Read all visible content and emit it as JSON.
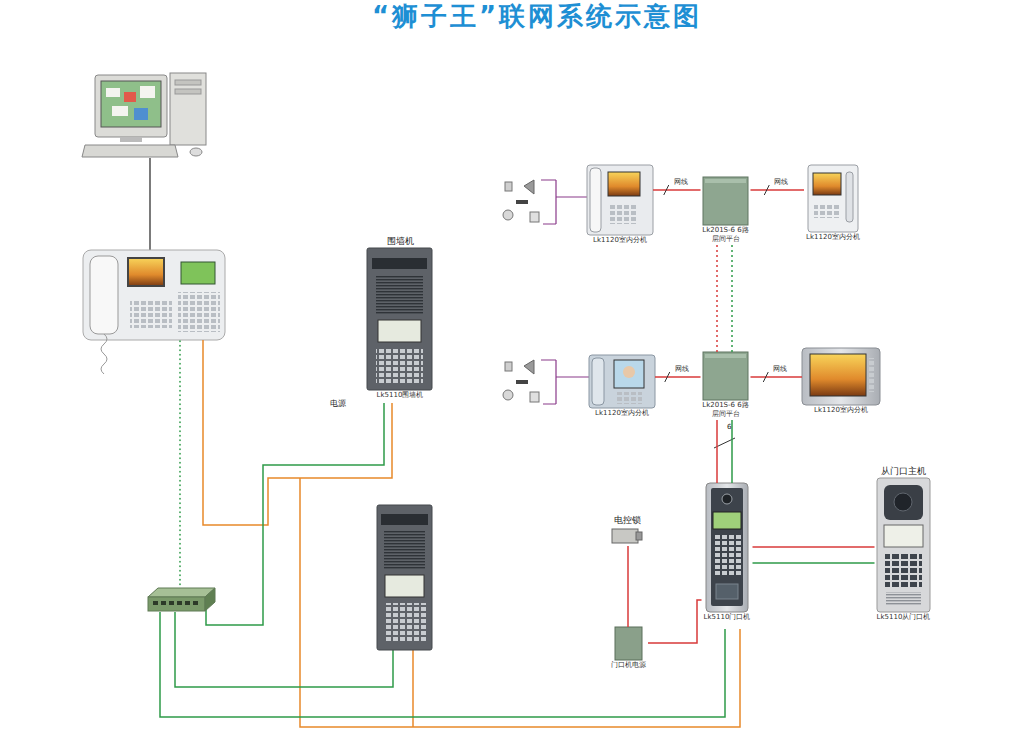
{
  "diagram": {
    "title": "“狮子王”联网系统示意图",
    "nodes": [
      {
        "text": [
          "围墙机",
          "Lk5110围墙机"
        ]
      },
      {
        "text": [
          "Lk1120室内分机"
        ]
      },
      {
        "text": [
          "Lk201S-6 6路层间平台"
        ]
      },
      {
        "text": [
          "Lk1120室内分机"
        ]
      },
      {
        "text": [
          "Lk1120室内分机"
        ]
      },
      {
        "text": [
          "Lk201S-6 6路层间平台"
        ]
      },
      {
        "text": [
          "Lk1120室内分机"
        ]
      },
      {
        "text": [
          "电控锁"
        ]
      },
      {
        "text": [
          "门口机电源"
        ]
      },
      {
        "text": [
          "Lk5110门口机"
        ]
      },
      {
        "text": [
          "从门口主机",
          "Lk5110从门口机"
        ]
      }
    ],
    "edges": [
      {
        "from": 1,
        "to": 2,
        "label": "网线",
        "arrow": "none"
      },
      {
        "from": 2,
        "to": 3,
        "label": "网线",
        "arrow": "none"
      },
      {
        "from": 4,
        "to": 5,
        "label": "网线",
        "arrow": "none"
      },
      {
        "from": 5,
        "to": 6,
        "label": "网线",
        "arrow": "none"
      },
      {
        "from": 2,
        "to": 5,
        "arrow": "none"
      },
      {
        "from": 2,
        "to": 5,
        "arrow": "none"
      },
      {
        "from": 5,
        "to": 9,
        "arrow": "none"
      },
      {
        "from": 5,
        "to": 9,
        "arrow": "none"
      },
      {
        "from": 7,
        "to": 8,
        "arrow": "none"
      },
      {
        "from": 8,
        "to": 9,
        "arrow": "none"
      },
      {
        "from": 9,
        "to": 10,
        "arrow": "none"
      },
      {
        "from": 9,
        "to": 10,
        "arrow": "none"
      }
    ],
    "labels": [
      "电源",
      "6"
    ]
  }
}
